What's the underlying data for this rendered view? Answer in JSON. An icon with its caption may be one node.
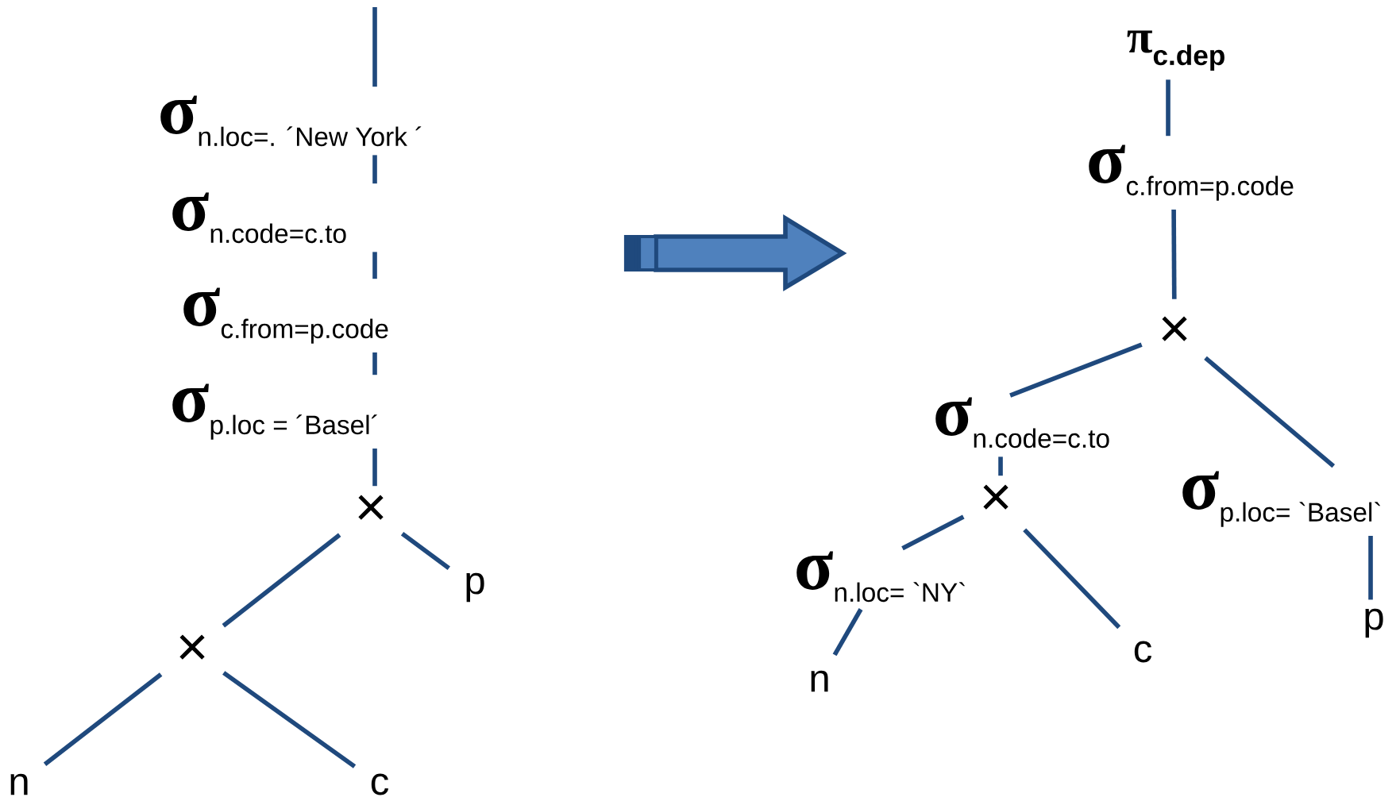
{
  "diagram": {
    "nodes": [
      {
        "text": [
          "σ",
          "n.loc=. ´New York ´"
        ]
      },
      {
        "text": [
          "σ",
          "n.code=c.to"
        ]
      },
      {
        "text": [
          "σ",
          "c.from=p.code"
        ]
      },
      {
        "text": [
          "σ",
          "p.loc = ´Basel´"
        ]
      },
      {
        "text": [
          "×"
        ]
      },
      {
        "text": [
          "×"
        ]
      },
      {
        "text": [
          "p"
        ]
      },
      {
        "text": [
          "n"
        ]
      },
      {
        "text": [
          "c"
        ]
      },
      {
        "text": [
          "π",
          "c.dep"
        ]
      },
      {
        "text": [
          "σ",
          "c.from=p.code"
        ]
      },
      {
        "text": [
          "×"
        ]
      },
      {
        "text": [
          "σ",
          "n.code=c.to"
        ]
      },
      {
        "text": [
          "σ",
          "p.loc= `Basel`"
        ]
      },
      {
        "text": [
          "×"
        ]
      },
      {
        "text": [
          "σ",
          "n.loc= `NY`"
        ]
      },
      {
        "text": [
          "p"
        ]
      },
      {
        "text": [
          "n"
        ]
      },
      {
        "text": [
          "c"
        ]
      }
    ],
    "edges": [
      {
        "from": null,
        "to": 0,
        "arrow": "none"
      },
      {
        "from": 0,
        "to": 1,
        "arrow": "none"
      },
      {
        "from": 1,
        "to": 2,
        "arrow": "none"
      },
      {
        "from": 2,
        "to": 3,
        "arrow": "none"
      },
      {
        "from": 3,
        "to": 4,
        "arrow": "none"
      },
      {
        "from": 4,
        "to": 5,
        "arrow": "none"
      },
      {
        "from": 4,
        "to": 6,
        "arrow": "none"
      },
      {
        "from": 5,
        "to": 7,
        "arrow": "none"
      },
      {
        "from": 5,
        "to": 8,
        "arrow": "none"
      },
      {
        "from": 9,
        "to": 10,
        "arrow": "none"
      },
      {
        "from": 10,
        "to": 11,
        "arrow": "none"
      },
      {
        "from": 11,
        "to": 12,
        "arrow": "none"
      },
      {
        "from": 11,
        "to": 13,
        "arrow": "none"
      },
      {
        "from": 12,
        "to": 14,
        "arrow": "none"
      },
      {
        "from": 14,
        "to": 15,
        "arrow": "none"
      },
      {
        "from": 14,
        "to": 18,
        "arrow": "none"
      },
      {
        "from": 15,
        "to": 17,
        "arrow": "none"
      },
      {
        "from": 13,
        "to": 16,
        "arrow": "none"
      }
    ]
  }
}
